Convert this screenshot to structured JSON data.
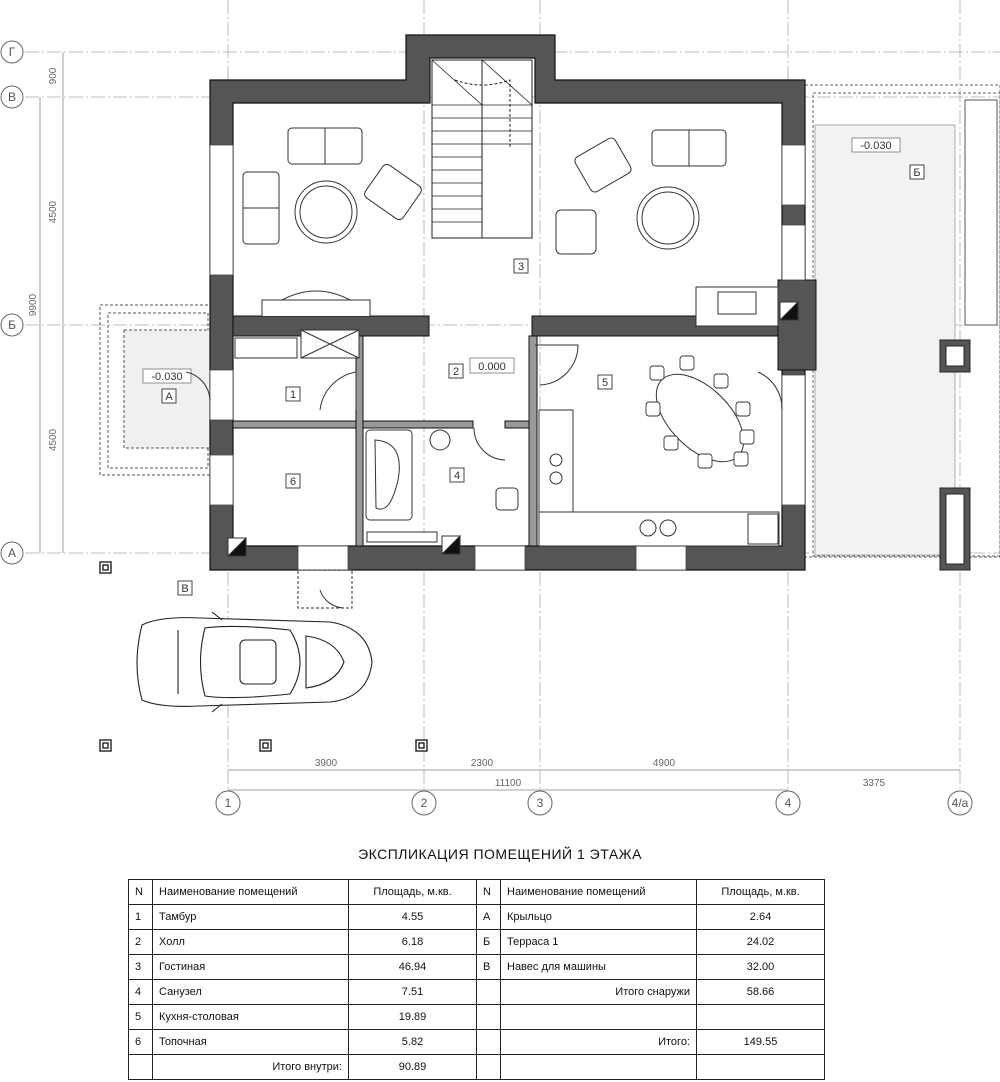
{
  "grid": {
    "columns": [
      "1",
      "2",
      "3",
      "4",
      "4/а"
    ],
    "rows": [
      "Г",
      "В",
      "Б",
      "А"
    ],
    "col_dims": [
      "3900",
      "2300",
      "4900",
      "3375"
    ],
    "col_total": "11100",
    "row_dims": [
      "900",
      "4500",
      "4500"
    ],
    "row_total": "9900"
  },
  "rooms": [
    {
      "n": "1"
    },
    {
      "n": "2"
    },
    {
      "n": "3"
    },
    {
      "n": "4"
    },
    {
      "n": "5"
    },
    {
      "n": "6"
    }
  ],
  "outdoor": [
    {
      "n": "А"
    },
    {
      "n": "Б"
    },
    {
      "n": "В"
    }
  ],
  "levels": {
    "hall": "0.000",
    "porch": "-0.030",
    "terrace": "-0.030"
  },
  "table": {
    "title": "ЭКСПЛИКАЦИЯ ПОМЕЩЕНИЙ 1 ЭТАЖА",
    "headers": [
      "N",
      "Наименование помещений",
      "Площадь, м.кв."
    ],
    "inside": [
      {
        "n": "1",
        "name": "Тамбур",
        "area": "4.55"
      },
      {
        "n": "2",
        "name": "Холл",
        "area": "6.18"
      },
      {
        "n": "3",
        "name": "Гостиная",
        "area": "46.94"
      },
      {
        "n": "4",
        "name": "Санузел",
        "area": "7.51"
      },
      {
        "n": "5",
        "name": "Кухня-столовая",
        "area": "19.89"
      },
      {
        "n": "6",
        "name": "Топочная",
        "area": "5.82"
      }
    ],
    "inside_total_label": "Итого внутри:",
    "inside_total": "90.89",
    "outside": [
      {
        "n": "А",
        "name": "Крыльцо",
        "area": "2.64"
      },
      {
        "n": "Б",
        "name": "Терраса 1",
        "area": "24.02"
      },
      {
        "n": "В",
        "name": "Навес для машины",
        "area": "32.00"
      }
    ],
    "outside_total_label": "Итого снаружи",
    "outside_total": "58.66",
    "grand_total_label": "Итого:",
    "grand_total": "149.55"
  }
}
